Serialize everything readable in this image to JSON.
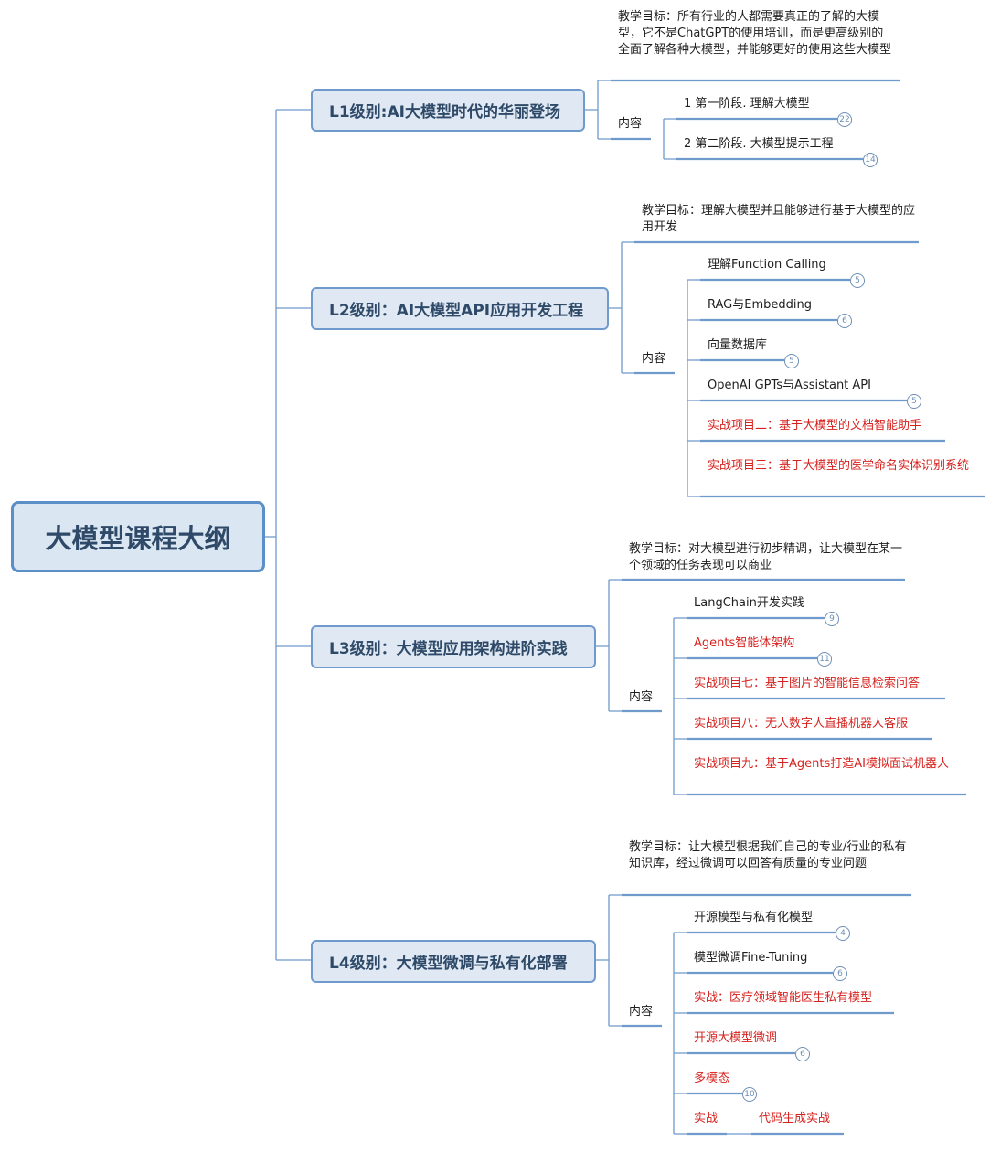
{
  "root": {
    "title": "大模型课程大纲"
  },
  "levels": [
    {
      "title": "L1级别:AI大模型时代的华丽登场",
      "goal": "教学目标：所有行业的人都需要真正的了解的大模型，它不是ChatGPT的使用培训，而是更高级别的全面了解各种大模型，并能够更好的使用这些大模型",
      "content_label": "内容",
      "items": [
        {
          "text": "1  第一阶段. 理解大模型",
          "badge": "22"
        },
        {
          "text": "2  第二阶段. 大模型提示工程",
          "badge": "14"
        }
      ]
    },
    {
      "title": "L2级别：AI大模型API应用开发工程",
      "goal": "教学目标：理解大模型并且能够进行基于大模型的应用开发",
      "content_label": "内容",
      "items": [
        {
          "text": "理解Function Calling",
          "badge": "5"
        },
        {
          "text": "RAG与Embedding",
          "badge": "6"
        },
        {
          "text": "向量数据库",
          "badge": "5"
        },
        {
          "text": "OpenAI GPTs与Assistant  API",
          "badge": "5"
        },
        {
          "text": "实战项目二：基于大模型的文档智能助手"
        },
        {
          "text": "实战项目三：基于大模型的医学命名实体识别系统"
        }
      ]
    },
    {
      "title": "L3级别：大模型应用架构进阶实践",
      "goal": "教学目标：对大模型进行初步精调，让大模型在某一个领域的任务表现可以商业",
      "content_label": "内容",
      "items": [
        {
          "text": "LangChain开发实践",
          "badge": "9"
        },
        {
          "text": "Agents智能体架构",
          "badge": "11"
        },
        {
          "text": "实战项目七：基于图片的智能信息检索问答"
        },
        {
          "text": "实战项目八：无人数字人直播机器人客服"
        },
        {
          "text": "实战项目九：基于Agents打造AI模拟面试机器人"
        }
      ]
    },
    {
      "title": "L4级别：大模型微调与私有化部署",
      "goal": "教学目标：让大模型根据我们自己的专业/行业的私有知识库，经过微调可以回答有质量的专业问题",
      "content_label": "内容",
      "items": [
        {
          "text": "开源模型与私有化模型",
          "badge": "4"
        },
        {
          "text": "模型微调Fine-Tuning",
          "badge": "6"
        },
        {
          "text": "实战：医疗领域智能医生私有模型"
        },
        {
          "text": "开源大模型微调",
          "badge": "6"
        },
        {
          "text": "多模态",
          "badge": "10"
        },
        {
          "text": "实战",
          "child": "代码生成实战"
        }
      ]
    }
  ],
  "colors": {
    "line": "#6f9acc",
    "red": "#d6221e",
    "node_fill": "#dfe8f3",
    "text": "#1e1e1e"
  }
}
